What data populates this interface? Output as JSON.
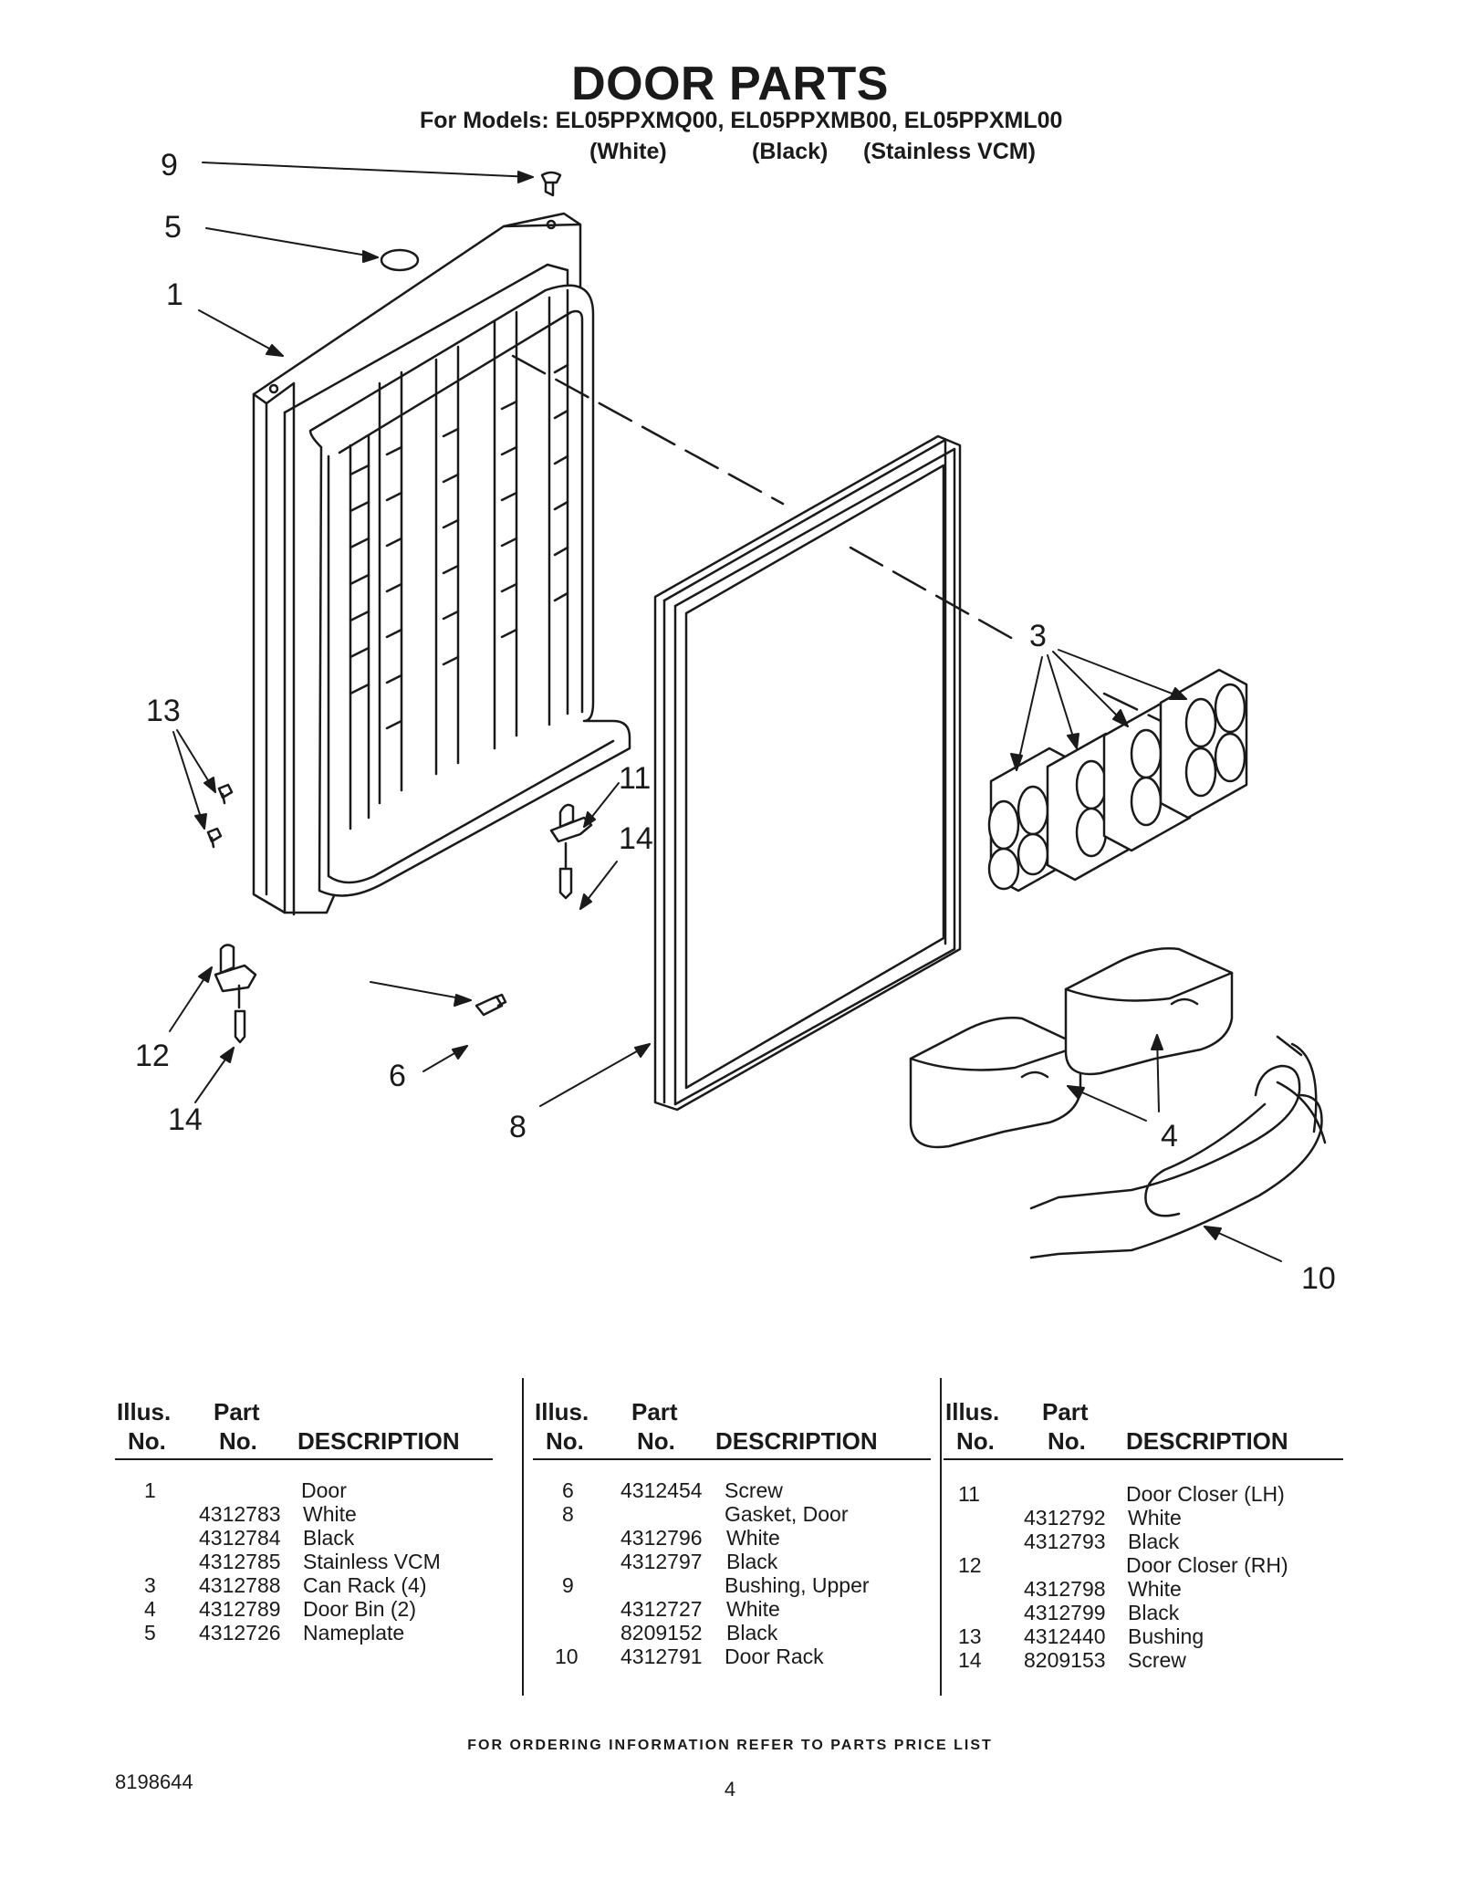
{
  "header": {
    "title": "DOOR PARTS",
    "models_line": "For Models: EL05PPXMQ00, EL05PPXMB00, EL05PPXML00",
    "variants": [
      "(White)",
      "(Black)",
      "(Stainless VCM)"
    ]
  },
  "diagram": {
    "callouts": [
      "9",
      "5",
      "1",
      "3",
      "13",
      "11",
      "14",
      "12",
      "14",
      "6",
      "8",
      "4",
      "10"
    ]
  },
  "table": {
    "headers": {
      "illus_top": "Illus.",
      "illus_bottom": "No.",
      "part_top": "Part",
      "part_bottom": "No.",
      "description": "DESCRIPTION"
    },
    "columns": [
      {
        "rows": [
          {
            "illus": "1",
            "part": "",
            "desc": "Door"
          },
          {
            "illus": "",
            "part": "4312783",
            "desc": "White"
          },
          {
            "illus": "",
            "part": "4312784",
            "desc": "Black"
          },
          {
            "illus": "",
            "part": "4312785",
            "desc": "Stainless VCM"
          },
          {
            "illus": "3",
            "part": "4312788",
            "desc": "Can Rack (4)"
          },
          {
            "illus": "4",
            "part": "4312789",
            "desc": "Door Bin (2)"
          },
          {
            "illus": "5",
            "part": "4312726",
            "desc": "Nameplate"
          }
        ]
      },
      {
        "rows": [
          {
            "illus": "6",
            "part": "4312454",
            "desc": "Screw"
          },
          {
            "illus": "8",
            "part": "",
            "desc": "Gasket, Door"
          },
          {
            "illus": "",
            "part": "4312796",
            "desc": "White"
          },
          {
            "illus": "",
            "part": "4312797",
            "desc": "Black"
          },
          {
            "illus": "9",
            "part": "",
            "desc": "Bushing, Upper"
          },
          {
            "illus": "",
            "part": "4312727",
            "desc": "White"
          },
          {
            "illus": "",
            "part": "8209152",
            "desc": "Black"
          },
          {
            "illus": "10",
            "part": "4312791",
            "desc": "Door Rack"
          }
        ]
      },
      {
        "rows": [
          {
            "illus": "11",
            "part": "",
            "desc": "Door Closer (LH)"
          },
          {
            "illus": "",
            "part": "4312792",
            "desc": "White"
          },
          {
            "illus": "",
            "part": "4312793",
            "desc": "Black"
          },
          {
            "illus": "12",
            "part": "",
            "desc": "Door Closer (RH)"
          },
          {
            "illus": "",
            "part": "4312798",
            "desc": "White"
          },
          {
            "illus": "",
            "part": "4312799",
            "desc": "Black"
          },
          {
            "illus": "13",
            "part": "4312440",
            "desc": "Bushing"
          },
          {
            "illus": "14",
            "part": "8209153",
            "desc": "Screw"
          }
        ]
      }
    ]
  },
  "footer": {
    "note": "FOR ORDERING INFORMATION REFER TO PARTS PRICE LIST",
    "doc_number": "8198644",
    "page_number": "4"
  }
}
